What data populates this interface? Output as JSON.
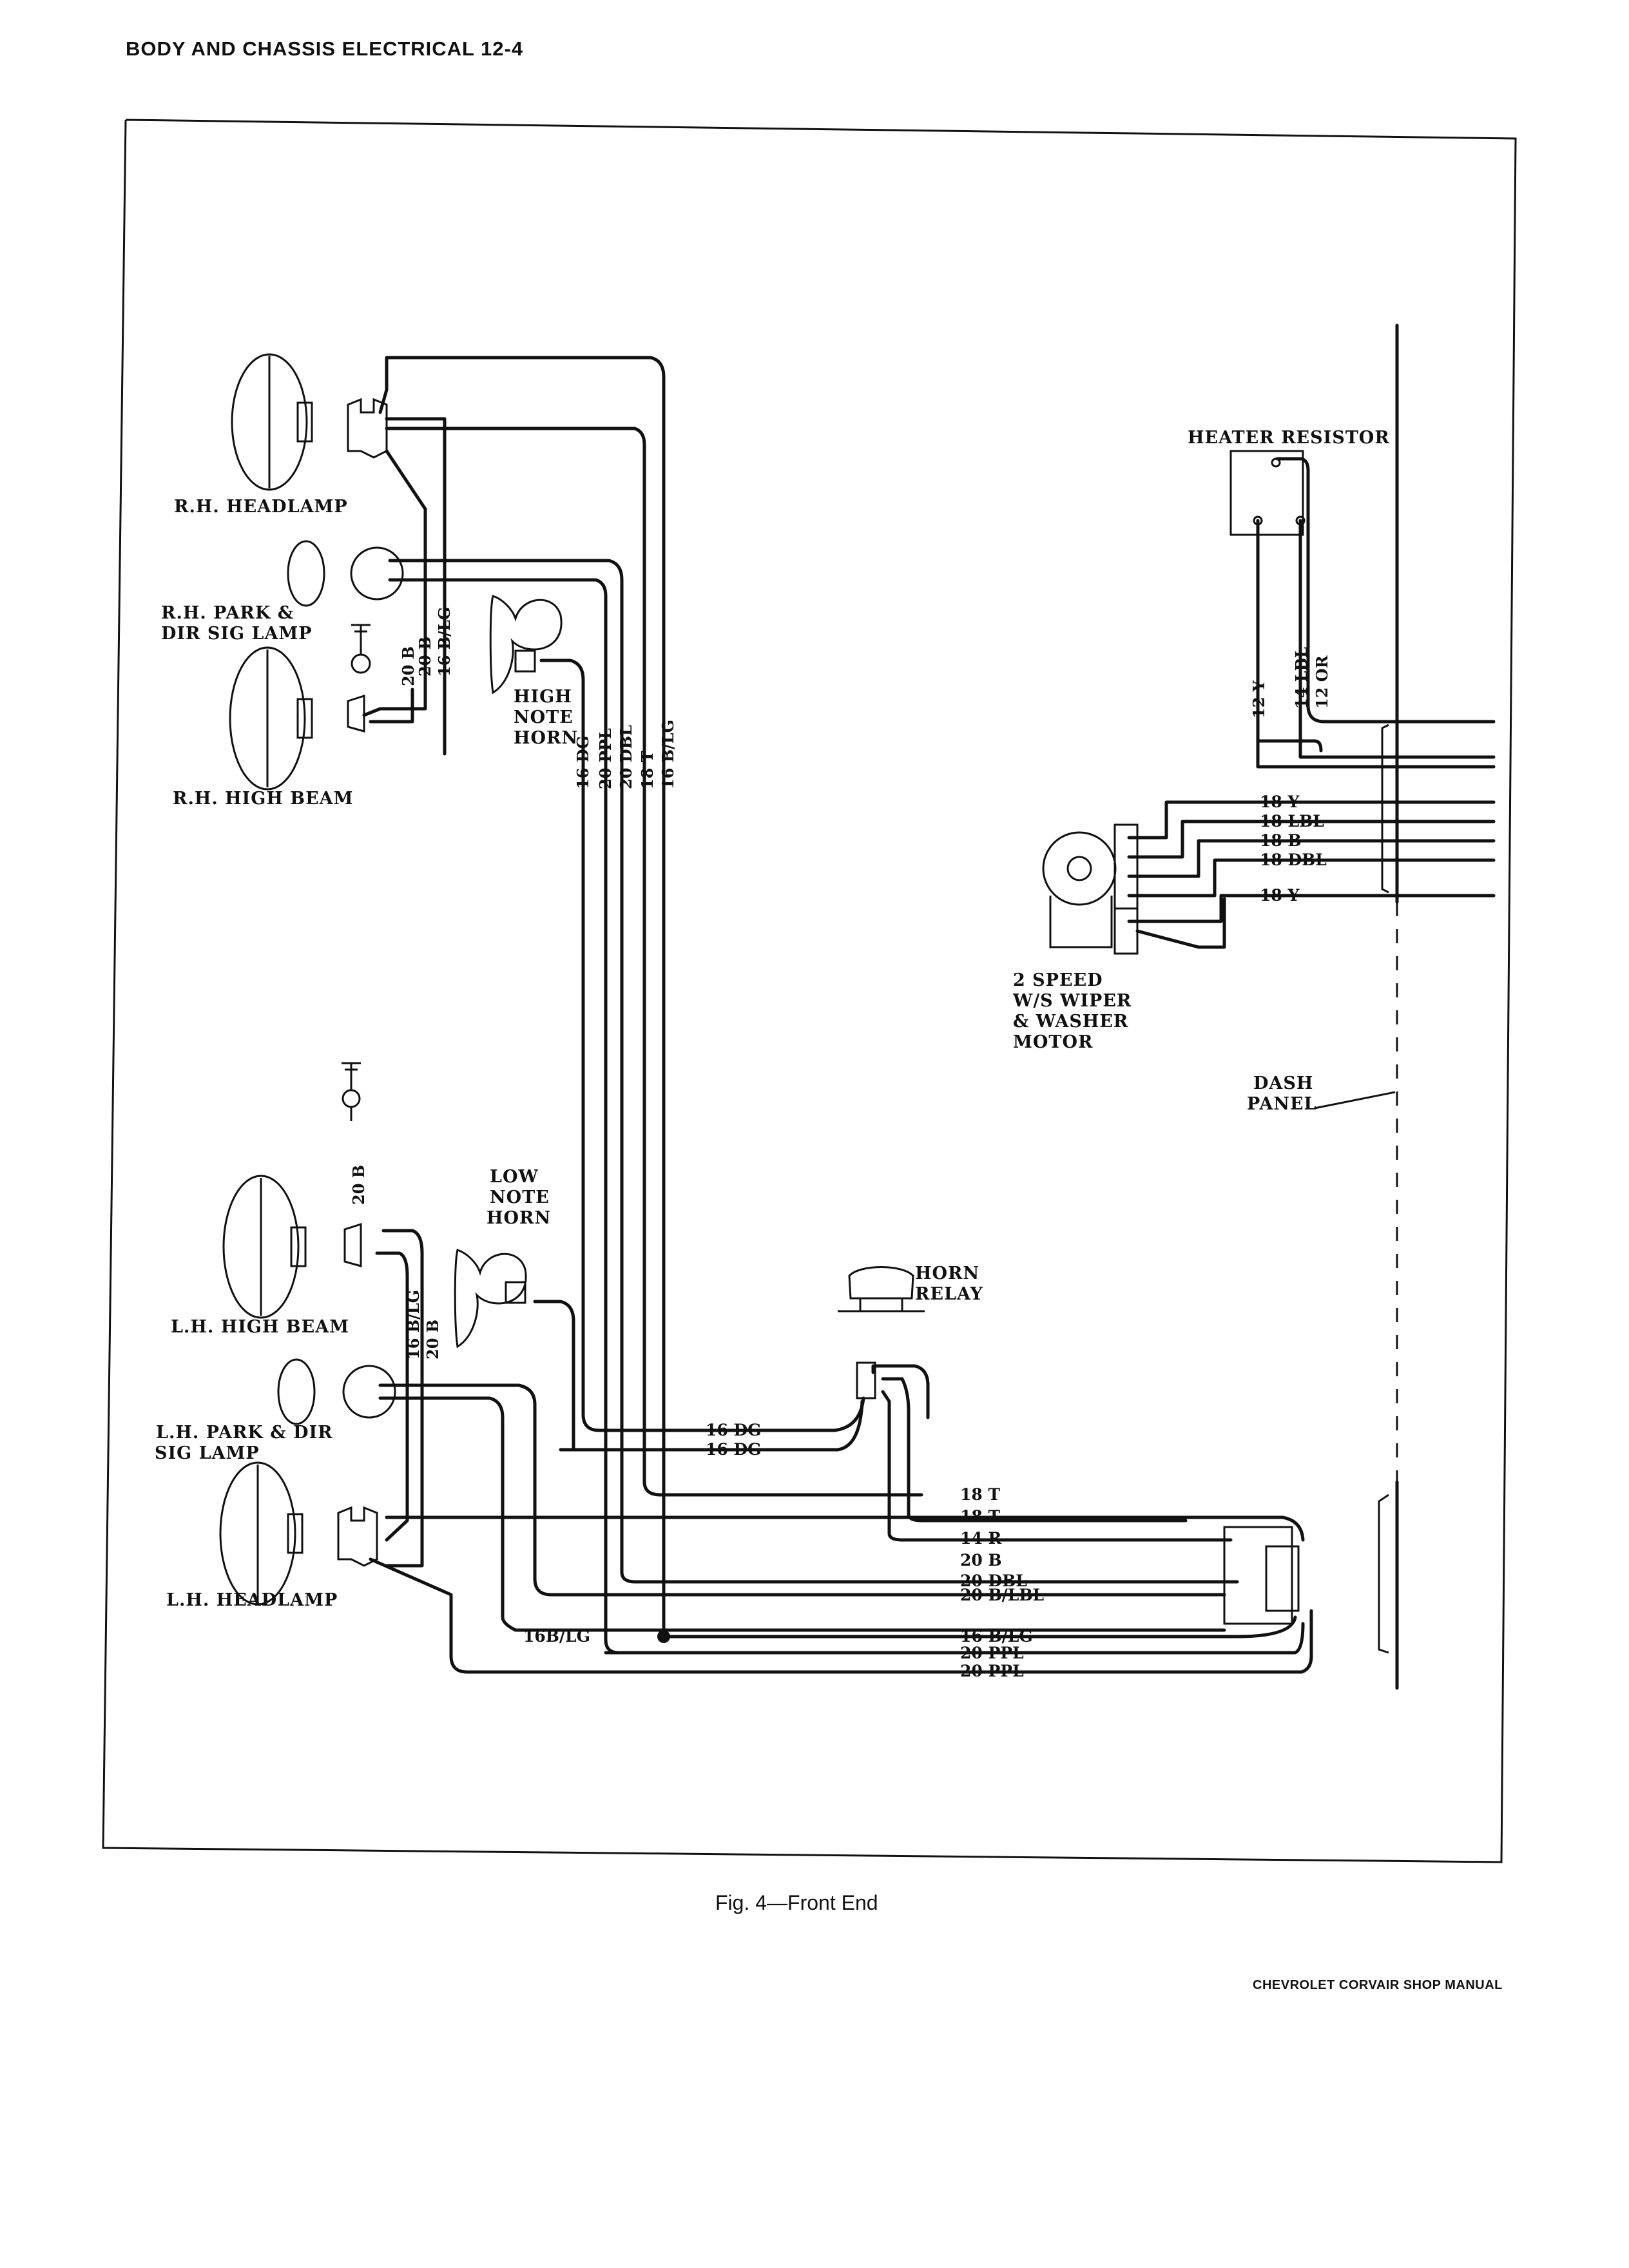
{
  "header": "BODY AND CHASSIS ELECTRICAL 12-4",
  "caption": "Fig. 4—Front End",
  "footer": "CHEVROLET CORVAIR SHOP MANUAL",
  "components": {
    "rh_headlamp": "R.H. HEADLAMP",
    "rh_park_1": "R.H. PARK &",
    "rh_park_2": "DIR SIG LAMP",
    "rh_high_beam": "R.H. HIGH BEAM",
    "high_note_1": "HIGH",
    "high_note_2": "NOTE",
    "high_note_3": "HORN",
    "heater_resistor": "HEATER RESISTOR",
    "wiper_1": "2 SPEED",
    "wiper_2": "W/S WIPER",
    "wiper_3": "& WASHER",
    "wiper_4": "MOTOR",
    "dash_1": "DASH",
    "dash_2": "PANEL",
    "low_note_1": "LOW",
    "low_note_2": "NOTE",
    "low_note_3": "HORN",
    "horn_relay_1": "HORN",
    "horn_relay_2": "RELAY",
    "lh_high_beam": "L.H. HIGH BEAM",
    "lh_park_1": "L.H. PARK & DIR",
    "lh_park_2": "SIG LAMP",
    "lh_headlamp": "L.H. HEADLAMP"
  },
  "wire_labels": {
    "rh_20b_a": "20 B",
    "rh_20b_b": "20 B",
    "rh_16blg": "16 B/LG",
    "bundle_16dg": "16 DG",
    "bundle_20ppl": "20 PPL",
    "bundle_20dbl": "20 DBL",
    "bundle_18t": "18 T",
    "bundle_16blg": "16 B/LG",
    "heater_12y": "12 Y",
    "heater_14lbl": "14 LBL",
    "heater_12or": "12 OR",
    "wiper_18y": "18 Y",
    "wiper_18lbl": "18 LBL",
    "wiper_18b": "18 B",
    "wiper_18dbl": "18 DBL",
    "wiper_18y_2": "18 Y",
    "lh_20b": "20 B",
    "lh_16blg": "16 B/LG",
    "lh_20b_2": "20 B",
    "dg_1": "16 DG",
    "dg_2": "16 DG",
    "t_1": "18 T",
    "t_2": "18 T",
    "r_14": "14 R",
    "b_20": "20 B",
    "dbl_20": "20 DBL",
    "blbl_20": "20 B/LBL",
    "blg_left": "16B/LG",
    "blg_right": "16 B/LG",
    "ppl_1": "20 PPL",
    "ppl_2": "20 PPL"
  }
}
